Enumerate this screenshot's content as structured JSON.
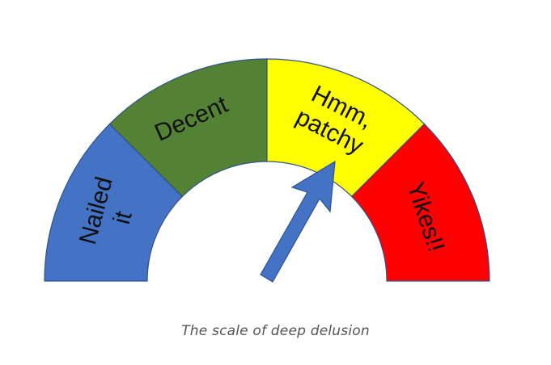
{
  "gauge": {
    "segments": [
      {
        "id": "nailed-it",
        "lines": [
          "Nailed",
          "it"
        ],
        "color": "#4472c4"
      },
      {
        "id": "decent",
        "lines": [
          "Decent"
        ],
        "color": "#548235"
      },
      {
        "id": "hmm-patchy",
        "lines": [
          "Hmm,",
          "patchy"
        ],
        "color": "#ffff00"
      },
      {
        "id": "yikes",
        "lines": [
          "Yikes!!"
        ],
        "color": "#ff0000"
      }
    ],
    "pointer": {
      "color": "#4472c4",
      "icon": "arrow-pointer"
    },
    "outline_color": "#2f528f"
  },
  "caption": "The scale of deep delusion"
}
